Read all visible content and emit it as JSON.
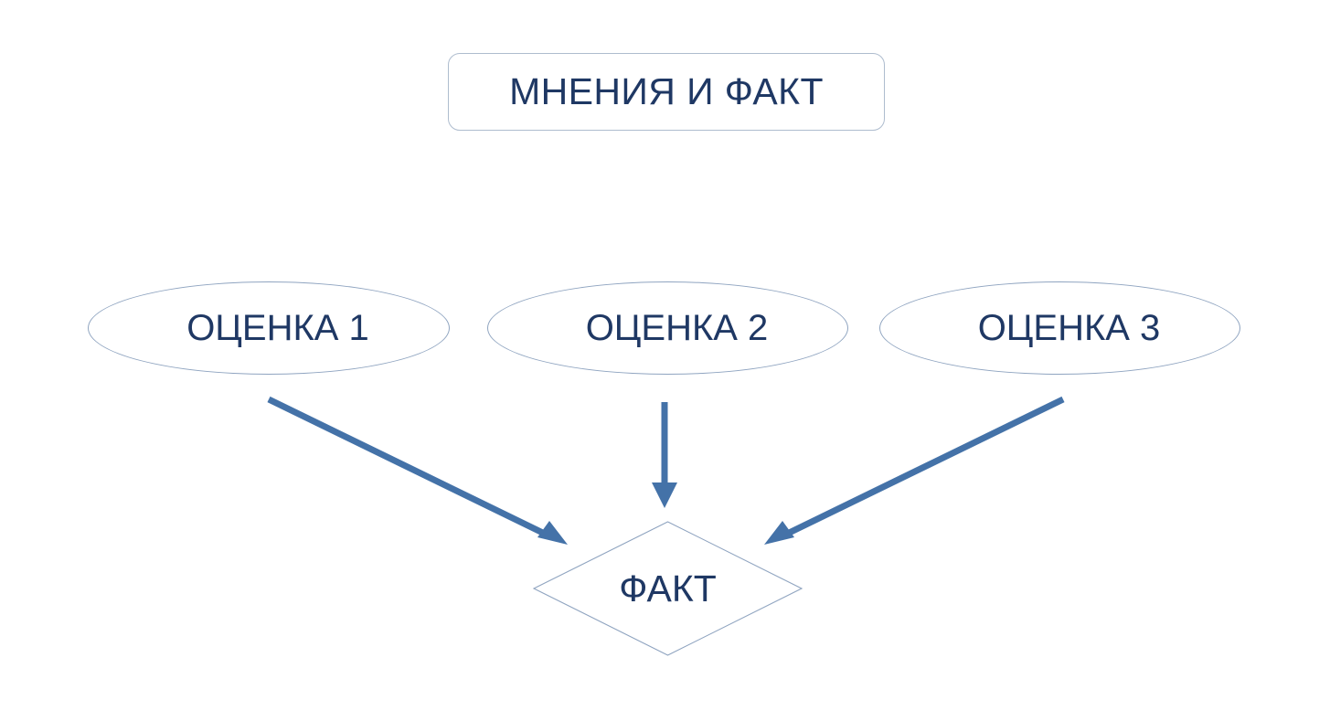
{
  "diagram": {
    "title": "МНЕНИЯ И ФАКТ",
    "nodes": {
      "opinion_1": "ОЦЕНКА 1",
      "opinion_2": "ОЦЕНКА 2",
      "opinion_3": "ОЦЕНКА 3",
      "fact": "ФАКТ"
    },
    "colors": {
      "text": "#1f3864",
      "arrow": "#4472a8",
      "shape_border": "#8fa4c0",
      "title_border": "#aebcce",
      "background": "#ffffff"
    },
    "connections": [
      {
        "from": "ОЦЕНКА 1",
        "to": "ФАКТ",
        "style": "arrow"
      },
      {
        "from": "ОЦЕНКА 2",
        "to": "ФАКТ",
        "style": "arrow"
      },
      {
        "from": "ОЦЕНКА 3",
        "to": "ФАКТ",
        "style": "arrow"
      }
    ]
  }
}
